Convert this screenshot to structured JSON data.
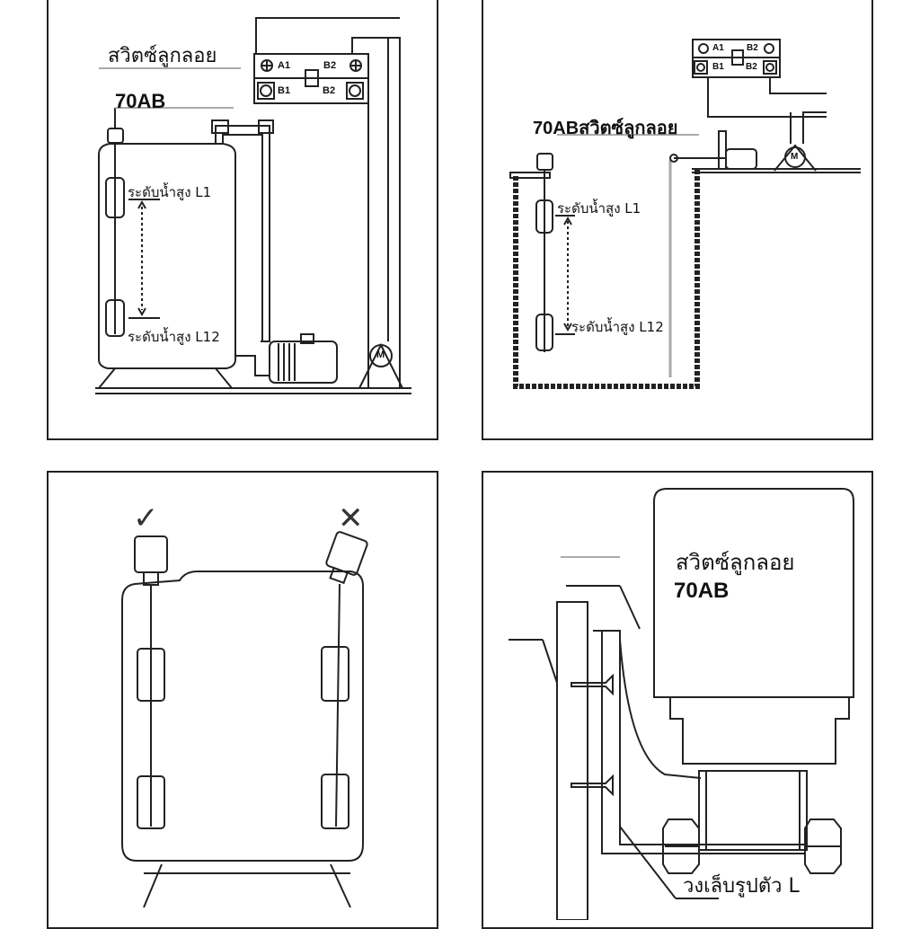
{
  "panels": {
    "p1": {
      "switch_name": "สวิตซ์ลูกลอย",
      "model": "70AB",
      "level_high": "ระดับน้ำสูง L1",
      "level_low": "ระดับน้ำสูง L12",
      "terminals": {
        "a1": "A1",
        "b1": "B1",
        "b2_top": "B2",
        "b2_bottom": "B2"
      },
      "motor": "M"
    },
    "p2": {
      "switch_label": "70ABสวิตซ์ลูกลอย",
      "level_high": "ระดับน้ำสูง L1",
      "level_low": "ระดับน้ำสูง L12",
      "terminals": {
        "a1": "A1",
        "b1": "B1",
        "b2_top": "B2",
        "b2_bottom": "B2"
      },
      "motor": "M"
    },
    "p3": {
      "correct_mark": "✓",
      "wrong_mark": "✕"
    },
    "p4": {
      "switch_name": "สวิตซ์ลูกลอย",
      "model": "70AB",
      "bracket_label": "วงเล็บรูปตัว L"
    }
  }
}
